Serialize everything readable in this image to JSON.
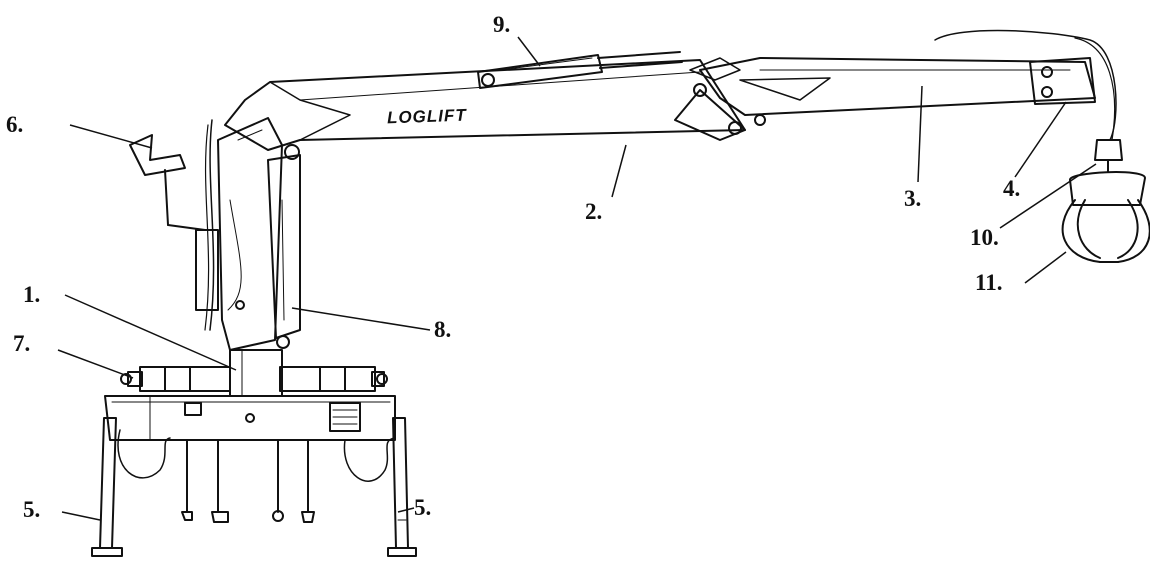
{
  "diagram": {
    "brand_text": "LOGLIFT",
    "labels": [
      "1.",
      "2.",
      "3.",
      "4.",
      "5.",
      "5.",
      "6.",
      "7.",
      "8.",
      "9.",
      "10.",
      "11."
    ]
  }
}
